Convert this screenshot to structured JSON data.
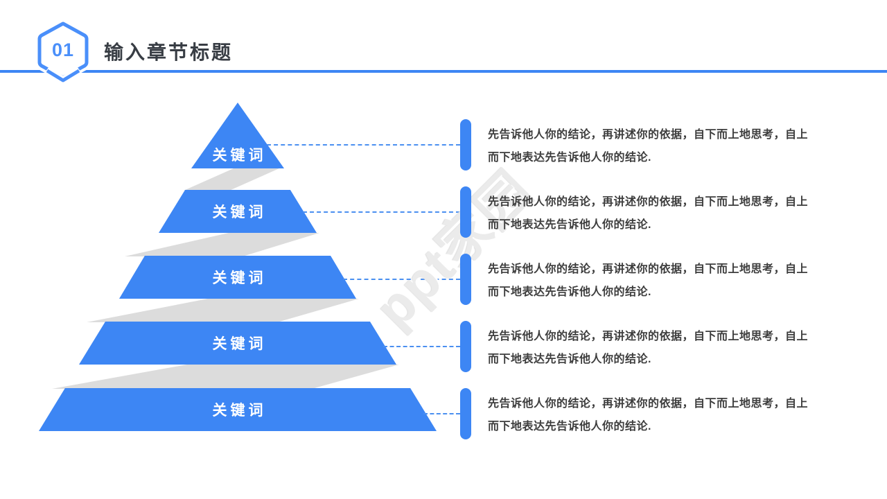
{
  "header": {
    "badge_number": "01",
    "title": "输入章节标题"
  },
  "watermark": {
    "text": "ppt家园"
  },
  "pyramid": {
    "levels": [
      {
        "label": "关键词"
      },
      {
        "label": "关键词"
      },
      {
        "label": "关键词"
      },
      {
        "label": "关键词"
      },
      {
        "label": "关键词"
      }
    ]
  },
  "notes": [
    {
      "line1": "先告诉他人你的结论，再讲述你的依据，自下而上地思考，自上",
      "line2": "而下地表达先告诉他人你的结论."
    },
    {
      "line1": "先告诉他人你的结论，再讲述你的依据，自下而上地思考，自上",
      "line2": "而下地表达先告诉他人你的结论."
    },
    {
      "line1": "先告诉他人你的结论，再讲述你的依据，自下而上地思考，自上",
      "line2": "而下地表达先告诉他人你的结论."
    },
    {
      "line1": "先告诉他人你的结论，再讲述你的依据，自下而上地思考，自上",
      "line2": "而下地表达先告诉他人你的结论."
    },
    {
      "line1": "先告诉他人你的结论，再讲述你的依据，自下而上地思考，自上",
      "line2": "而下地表达先告诉他人你的结论."
    }
  ],
  "colors": {
    "accent_blue": "#3d86f4",
    "shadow_gray": "#dcdcdc",
    "text_dark": "#3d3d3d"
  }
}
